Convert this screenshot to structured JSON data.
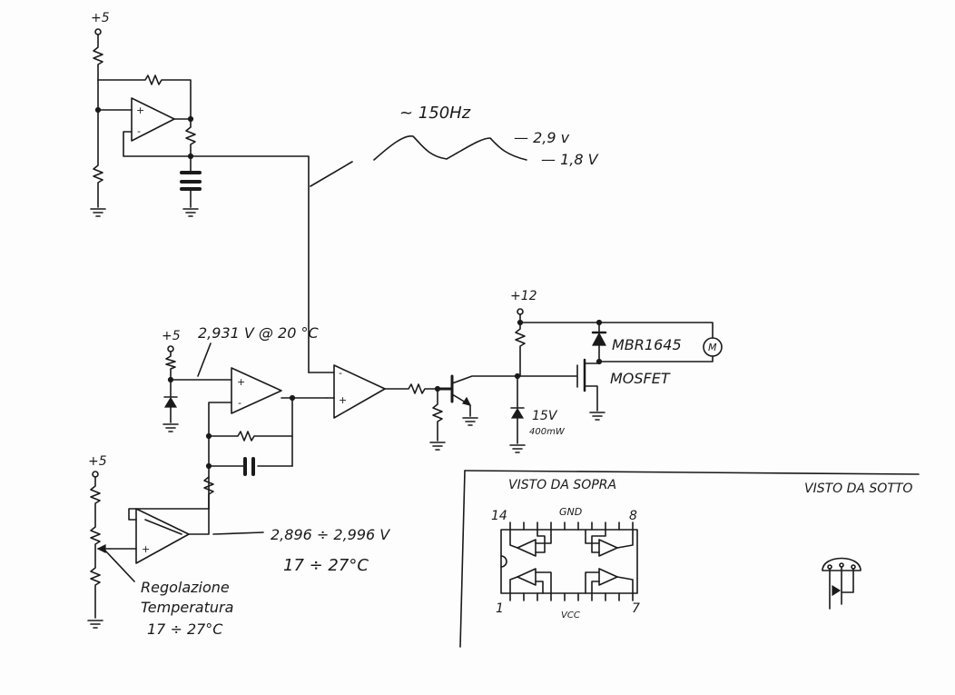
{
  "labels": {
    "supply_plus5_top": "+5",
    "supply_plus5_mid": "+5",
    "supply_plus5_low": "+5",
    "supply_plus12": "+12",
    "freq": "~ 150Hz",
    "volt_high": "— 2,9 v",
    "volt_low": "— 1,8 V",
    "ref_voltage": "2,931 V @ 20 °C",
    "diode_part": "MBR1645",
    "mosfet": "MOSFET",
    "motor": "M",
    "zener_v": "15V",
    "zener_p": "400mW",
    "range_voltage": "2,896 ÷ 2,996 V",
    "range_temp": "17 ÷ 27°C",
    "reg_line1": "Regolazione",
    "reg_line2": "Temperatura",
    "reg_line3": "17 ÷ 27°C",
    "visto_sopra": "VISTO DA SOPRA",
    "visto_sotto": "VISTO DA SOTTO",
    "pin14": "14",
    "pin8": "8",
    "pin1": "1",
    "pin7": "7",
    "gnd": "GND",
    "vcc": "VCC",
    "opamp_plus": "+",
    "opamp_minus": "-"
  }
}
